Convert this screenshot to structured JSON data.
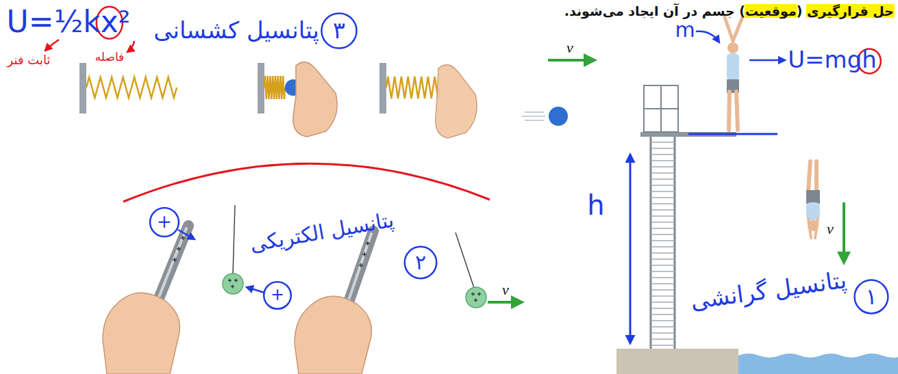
{
  "diagram": {
    "labels": [
      "حل قرارگیری (موقعیت) جسم در آن ایجاد می‌شوند.",
      "U=½kx²",
      "ثابت فنر",
      "فاصله",
      "۳",
      "پتانسیل کشسانی",
      "v",
      "m",
      "U=mgh",
      "h",
      "v",
      "۱",
      "پتانسیل گرانشی",
      "+",
      "+",
      "پتانسیل الکتریکی",
      "۲",
      "v"
    ]
  }
}
